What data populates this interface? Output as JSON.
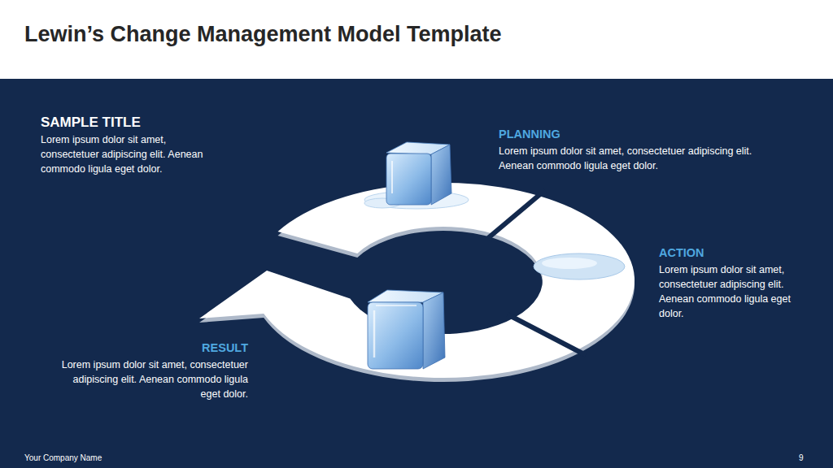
{
  "diagram": {
    "title": "Lewin’s Change Management Model Template",
    "nodes": [
      {
        "text": [
          "SAMPLE TITLE",
          "Lorem ipsum dolor sit amet, consectetuer adipiscing elit. Aenean commodo ligula eget dolor."
        ]
      },
      {
        "text": [
          "PLANNING",
          "Lorem ipsum dolor sit amet, consectetuer adipiscing elit. Aenean commodo ligula eget dolor."
        ]
      },
      {
        "text": [
          "ACTION",
          "Lorem ipsum dolor sit amet, consectetuer adipiscing elit. Aenean commodo ligula eget dolor."
        ]
      },
      {
        "text": [
          "RESULT",
          "Lorem ipsum dolor sit amet, consectetuer adipiscing elit. Aenean commodo ligula eget dolor."
        ]
      }
    ],
    "labels": [
      "Your Company Name",
      "9"
    ]
  }
}
